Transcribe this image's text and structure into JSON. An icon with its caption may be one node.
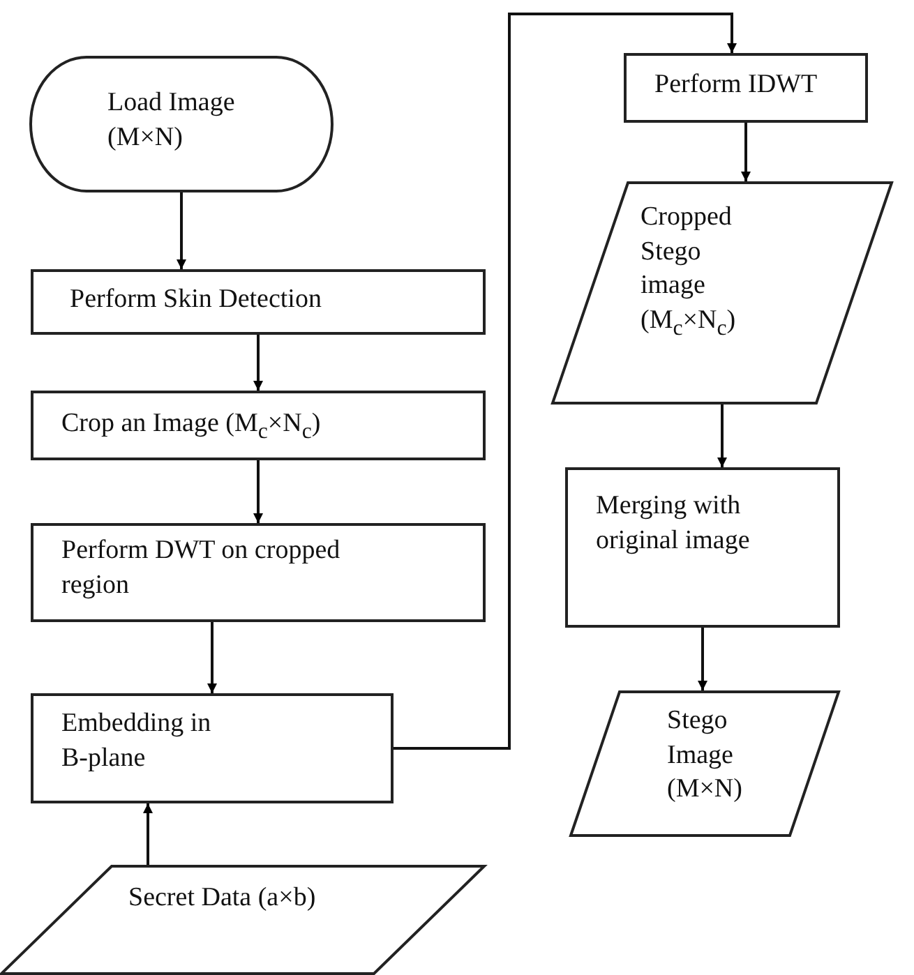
{
  "diagram": {
    "nodes": [
      {
        "text": [
          "Load Image (M×N)"
        ]
      },
      {
        "text": [
          "Perform Skin Detection"
        ]
      },
      {
        "text": [
          "Crop an Image (M$_{c}$×N$_{c}$)"
        ]
      },
      {
        "text": [
          "Perform DWT on cropped region"
        ]
      },
      {
        "text": [
          "Embedding in B-plane"
        ]
      },
      {
        "text": [
          "Secret Data (a×b)"
        ]
      },
      {
        "text": [
          "Perform IDWT"
        ]
      },
      {
        "text": [
          "Cropped Stego image (M$_{c}$×N$_{c}$)"
        ]
      },
      {
        "text": [
          "Merging with original image"
        ]
      },
      {
        "text": [
          "Stego Image (M×N)"
        ]
      }
    ],
    "edges": [
      {
        "from": 0,
        "to": 1,
        "arrow": "to"
      },
      {
        "from": 1,
        "to": 2,
        "arrow": "to"
      },
      {
        "from": 2,
        "to": 3,
        "arrow": "to"
      },
      {
        "from": 3,
        "to": 4,
        "arrow": "to"
      },
      {
        "from": 5,
        "to": 4,
        "arrow": "to"
      },
      {
        "from": 4,
        "to": 6,
        "arrow": "to"
      },
      {
        "from": 6,
        "to": 7,
        "arrow": "to"
      },
      {
        "from": 7,
        "to": 8,
        "arrow": "to"
      },
      {
        "from": 8,
        "to": 9,
        "arrow": "to"
      }
    ]
  }
}
